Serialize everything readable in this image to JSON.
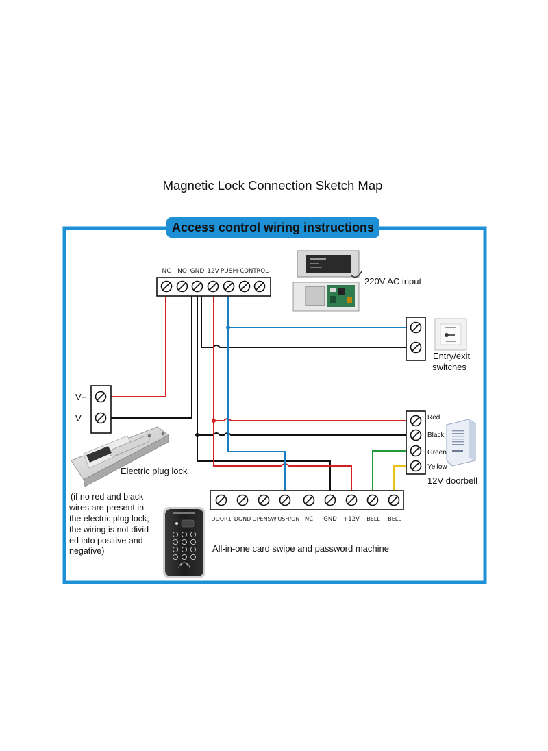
{
  "title": "Magnetic Lock Connection Sketch Map",
  "banner": "Access control wiring instructions",
  "power_supply": {
    "terminals": [
      "NC",
      "NO",
      "GND",
      "12V",
      "PUSH",
      "+CONTROL-"
    ],
    "label": "220V AC input"
  },
  "exit_switch": {
    "label_line1": "Entry/exit",
    "label_line2": "switches"
  },
  "lock": {
    "terminals": [
      "V+",
      "V–"
    ],
    "label": "Electric plug lock",
    "note_lines": [
      "(if no red and black",
      "wires are present in",
      "the electric plug lock,",
      "the wiring is not divid-",
      "ed into positive and",
      "negative)"
    ]
  },
  "doorbell": {
    "wire_labels": [
      "Red",
      "Black",
      "Green",
      "Yellow"
    ],
    "label": "12V doorbell"
  },
  "controller": {
    "terminals": [
      "DOOR1",
      "DGND",
      "OPENSW",
      "PUSH/ON",
      "NC",
      "GND",
      "+12V",
      "BELL",
      "BELL"
    ],
    "label": "All-in-one card swipe and password machine"
  },
  "colors": {
    "frame": "#1e90d6",
    "banner_bg": "#1e90d6",
    "wire_red": "#d42020",
    "wire_black": "#111111",
    "wire_blue": "#1a7fc0",
    "wire_green": "#1f9a3a",
    "wire_yellow": "#e8c21a"
  }
}
